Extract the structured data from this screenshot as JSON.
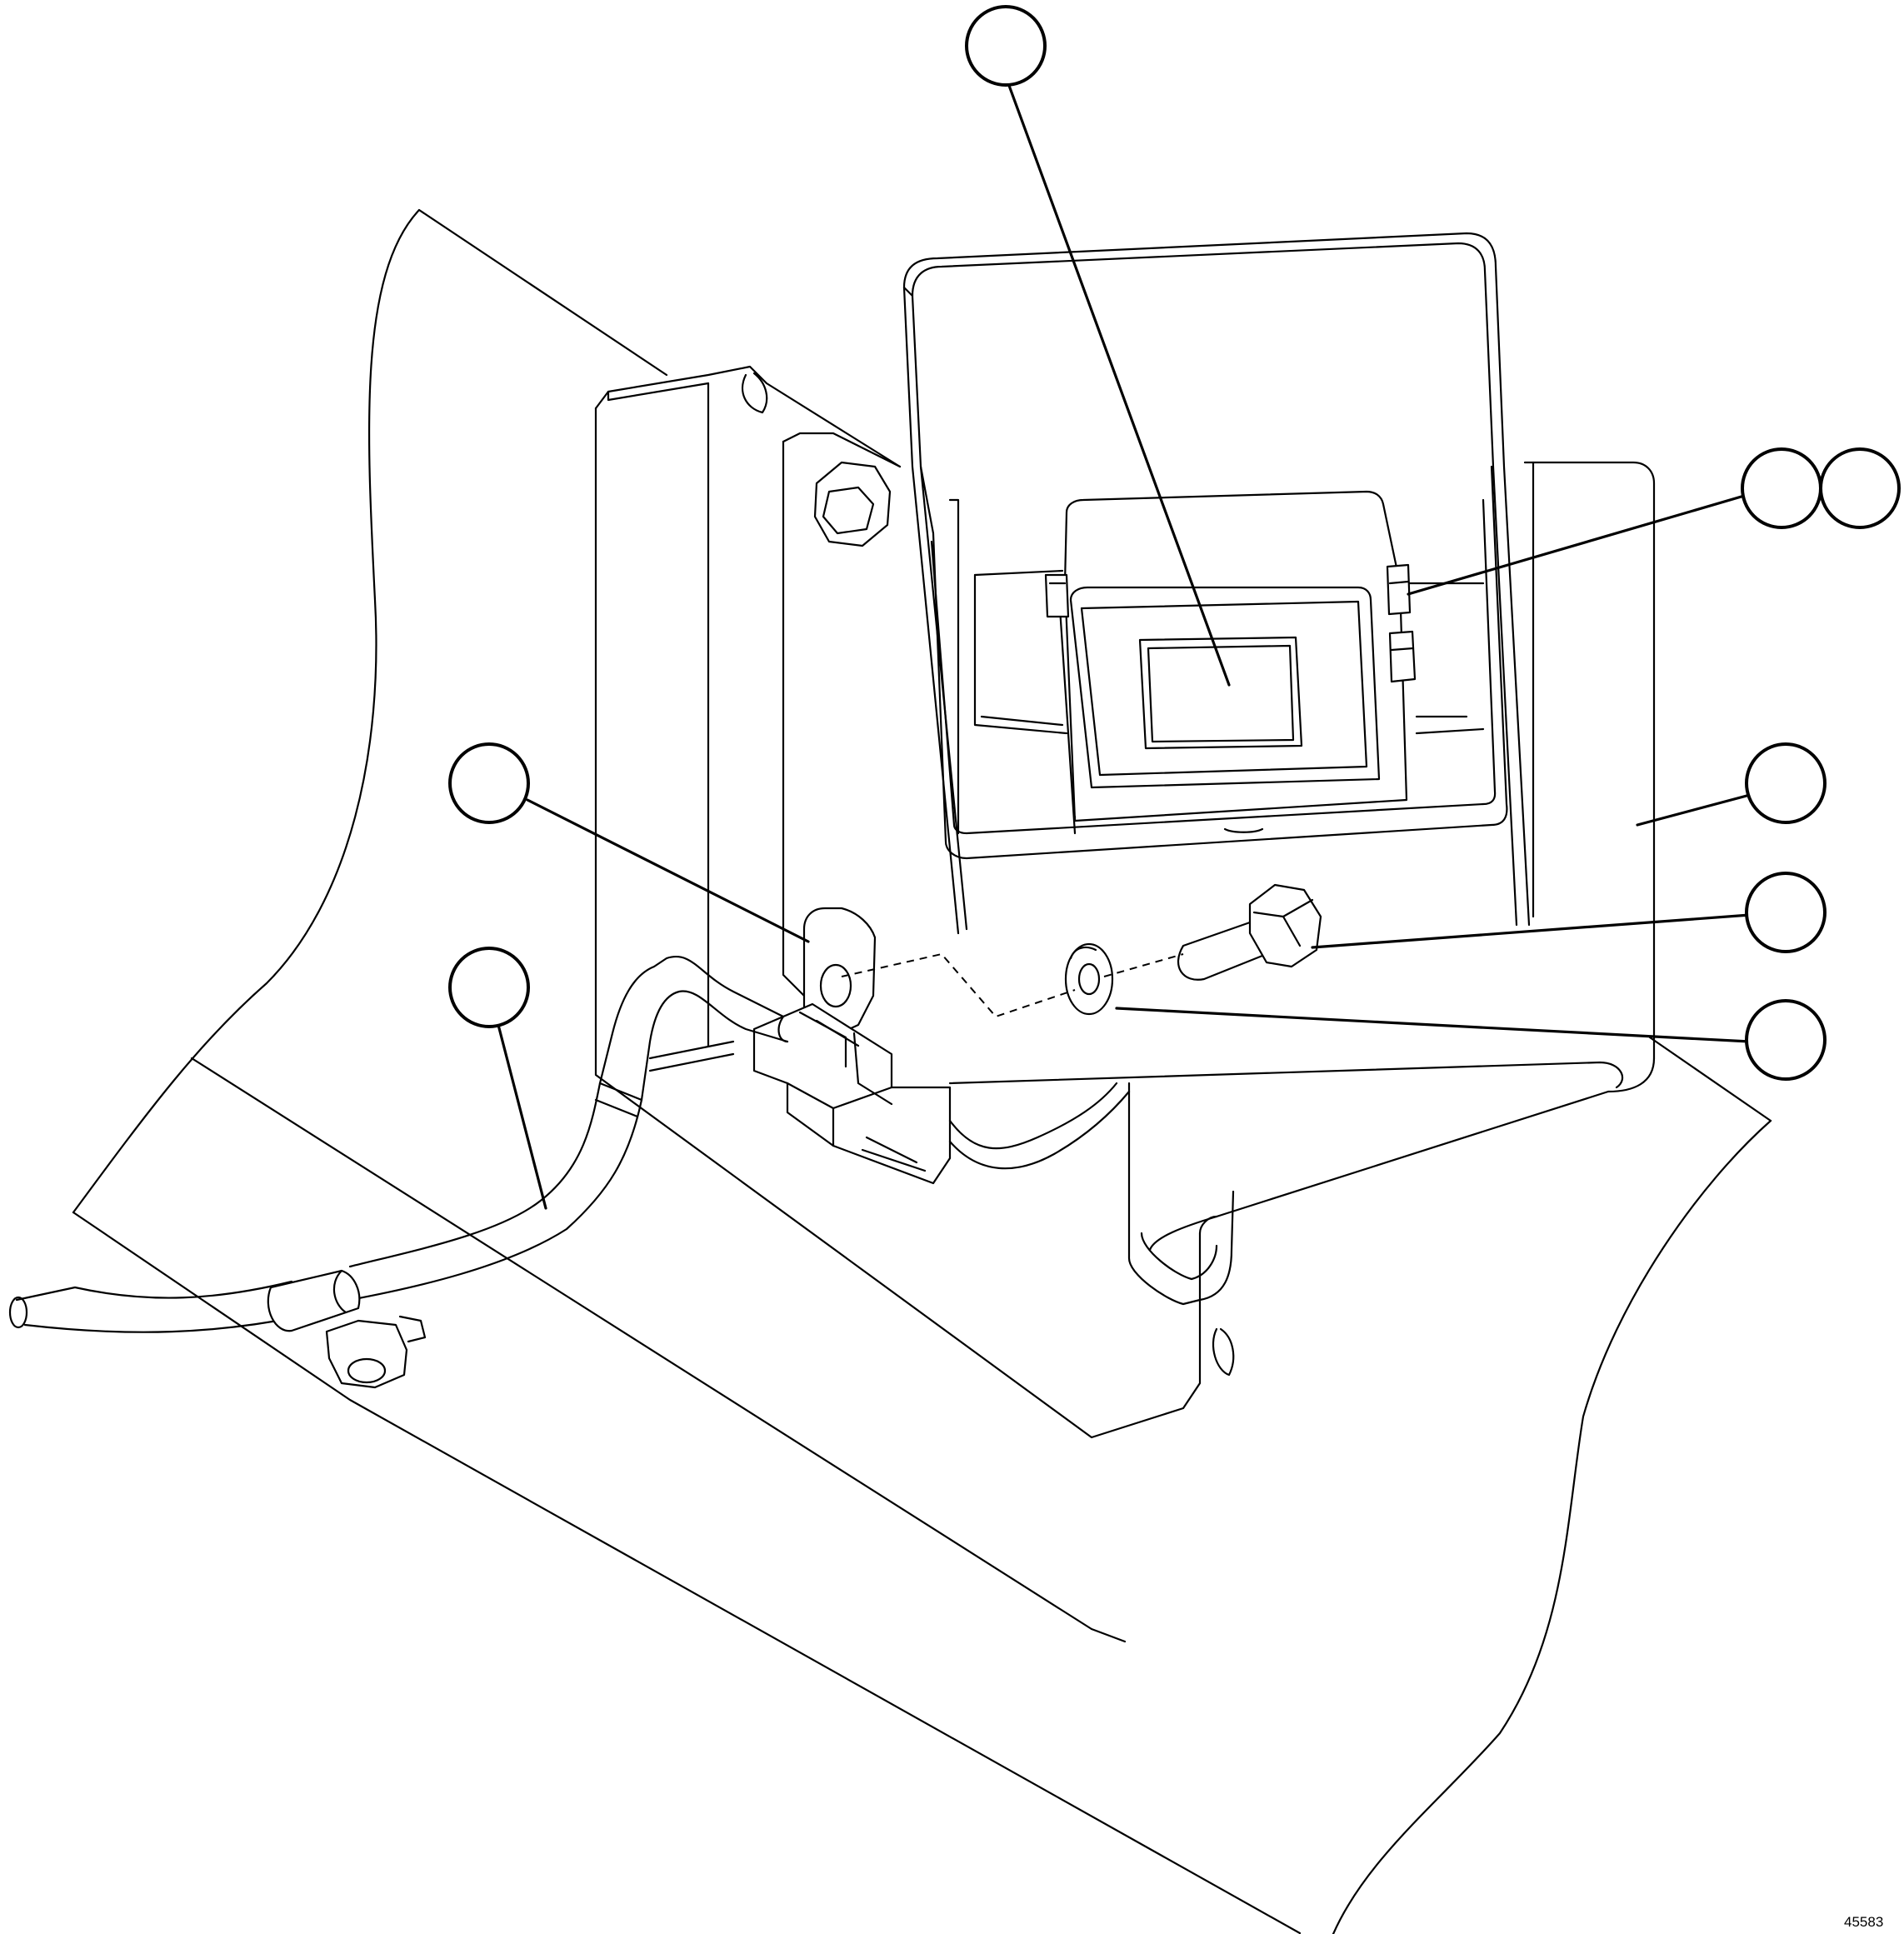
{
  "figure": {
    "number": "45583"
  },
  "callouts": [
    {
      "id": "a"
    },
    {
      "id": "b"
    },
    {
      "id": "c"
    },
    {
      "id": "d"
    },
    {
      "id": "e"
    },
    {
      "id": "f"
    },
    {
      "id": "g"
    },
    {
      "id": "h"
    }
  ]
}
